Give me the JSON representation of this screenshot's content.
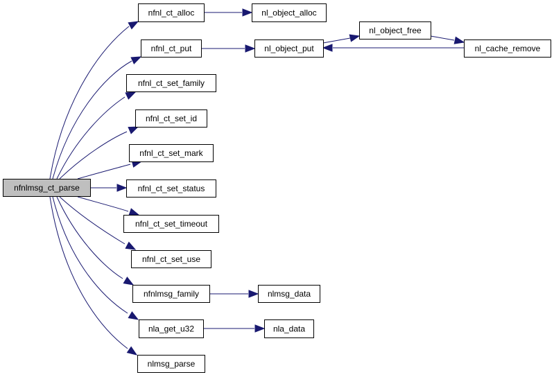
{
  "diagram": {
    "type": "call-graph",
    "root": "nfnlmsg_ct_parse",
    "colors": {
      "edge": "#191970",
      "root_fill": "#bfbfbf",
      "node_fill": "#ffffff",
      "border": "#000000"
    },
    "nodes": [
      {
        "id": "nfnlmsg_ct_parse",
        "label": "nfnlmsg_ct_parse",
        "root": true
      },
      {
        "id": "nfnl_ct_alloc",
        "label": "nfnl_ct_alloc"
      },
      {
        "id": "nl_object_alloc",
        "label": "nl_object_alloc"
      },
      {
        "id": "nfnl_ct_put",
        "label": "nfnl_ct_put"
      },
      {
        "id": "nl_object_put",
        "label": "nl_object_put"
      },
      {
        "id": "nl_object_free",
        "label": "nl_object_free"
      },
      {
        "id": "nl_cache_remove",
        "label": "nl_cache_remove"
      },
      {
        "id": "nfnl_ct_set_family",
        "label": "nfnl_ct_set_family"
      },
      {
        "id": "nfnl_ct_set_id",
        "label": "nfnl_ct_set_id"
      },
      {
        "id": "nfnl_ct_set_mark",
        "label": "nfnl_ct_set_mark"
      },
      {
        "id": "nfnl_ct_set_status",
        "label": "nfnl_ct_set_status"
      },
      {
        "id": "nfnl_ct_set_timeout",
        "label": "nfnl_ct_set_timeout"
      },
      {
        "id": "nfnl_ct_set_use",
        "label": "nfnl_ct_set_use"
      },
      {
        "id": "nfnlmsg_family",
        "label": "nfnlmsg_family"
      },
      {
        "id": "nlmsg_data",
        "label": "nlmsg_data"
      },
      {
        "id": "nla_get_u32",
        "label": "nla_get_u32"
      },
      {
        "id": "nla_data",
        "label": "nla_data"
      },
      {
        "id": "nlmsg_parse",
        "label": "nlmsg_parse"
      }
    ],
    "edges": [
      {
        "from": "nfnlmsg_ct_parse",
        "to": "nfnl_ct_alloc"
      },
      {
        "from": "nfnlmsg_ct_parse",
        "to": "nfnl_ct_put"
      },
      {
        "from": "nfnlmsg_ct_parse",
        "to": "nfnl_ct_set_family"
      },
      {
        "from": "nfnlmsg_ct_parse",
        "to": "nfnl_ct_set_id"
      },
      {
        "from": "nfnlmsg_ct_parse",
        "to": "nfnl_ct_set_mark"
      },
      {
        "from": "nfnlmsg_ct_parse",
        "to": "nfnl_ct_set_status"
      },
      {
        "from": "nfnlmsg_ct_parse",
        "to": "nfnl_ct_set_timeout"
      },
      {
        "from": "nfnlmsg_ct_parse",
        "to": "nfnl_ct_set_use"
      },
      {
        "from": "nfnlmsg_ct_parse",
        "to": "nfnlmsg_family"
      },
      {
        "from": "nfnlmsg_ct_parse",
        "to": "nla_get_u32"
      },
      {
        "from": "nfnlmsg_ct_parse",
        "to": "nlmsg_parse"
      },
      {
        "from": "nfnl_ct_alloc",
        "to": "nl_object_alloc"
      },
      {
        "from": "nfnl_ct_put",
        "to": "nl_object_put"
      },
      {
        "from": "nl_object_put",
        "to": "nl_object_free"
      },
      {
        "from": "nl_object_free",
        "to": "nl_cache_remove"
      },
      {
        "from": "nl_cache_remove",
        "to": "nl_object_put"
      },
      {
        "from": "nfnlmsg_family",
        "to": "nlmsg_data"
      },
      {
        "from": "nla_get_u32",
        "to": "nla_data"
      }
    ]
  }
}
